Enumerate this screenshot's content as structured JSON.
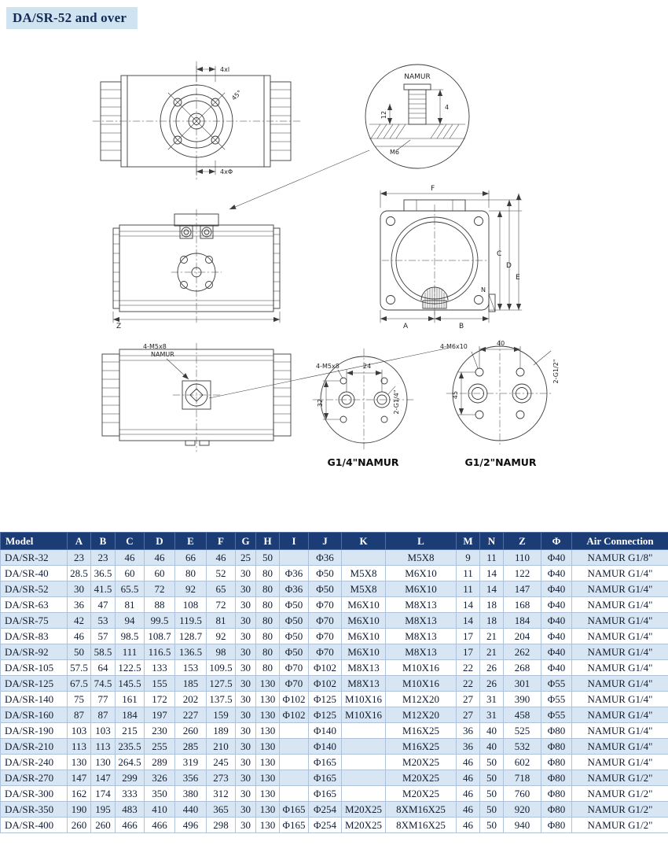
{
  "page": {
    "title": "DA/SR-52 and over"
  },
  "drawings": {
    "top_view": {
      "dim_top": "4xl",
      "dim_angle": "45°",
      "dim_bottom": "4xΦ"
    },
    "detail": {
      "title": "NAMUR",
      "dim_washer": "4",
      "dim_plate": "12",
      "thread": "M6"
    },
    "front_view": {
      "dim_z": "Z"
    },
    "side_view": {
      "dim_f": "F",
      "dim_c": "C",
      "dim_d": "D",
      "dim_e": "E",
      "dim_a": "A",
      "dim_b": "B",
      "dim_n": "N"
    },
    "bottom_view": {
      "note_line1": "4-M5x8",
      "note_line2": "NAMUR"
    },
    "g14_pattern": {
      "bolt_note": "4-M5x8",
      "dim_span": "24",
      "dim_height": "32",
      "port_note": "2-G1/4\"",
      "caption": "G1/4\"NAMUR"
    },
    "g12_pattern": {
      "bolt_note": "4-M6x10",
      "dim_span": "40",
      "dim_height": "45",
      "port_note": "2-G1/2\"",
      "caption": "G1/2\"NAMUR"
    }
  },
  "table": {
    "headers": [
      "Model",
      "A",
      "B",
      "C",
      "D",
      "E",
      "F",
      "G",
      "H",
      "I",
      "J",
      "K",
      "L",
      "M",
      "N",
      "Z",
      "Φ",
      "Air Connection"
    ],
    "rows": [
      [
        "DA/SR-32",
        "23",
        "23",
        "46",
        "46",
        "66",
        "46",
        "25",
        "50",
        "",
        "Φ36",
        "",
        "M5X8",
        "9",
        "11",
        "110",
        "Φ40",
        "NAMUR G1/8\""
      ],
      [
        "DA/SR-40",
        "28.5",
        "36.5",
        "60",
        "60",
        "80",
        "52",
        "30",
        "80",
        "Φ36",
        "Φ50",
        "M5X8",
        "M6X10",
        "11",
        "14",
        "122",
        "Φ40",
        "NAMUR G1/4\""
      ],
      [
        "DA/SR-52",
        "30",
        "41.5",
        "65.5",
        "72",
        "92",
        "65",
        "30",
        "80",
        "Φ36",
        "Φ50",
        "M5X8",
        "M6X10",
        "11",
        "14",
        "147",
        "Φ40",
        "NAMUR G1/4\""
      ],
      [
        "DA/SR-63",
        "36",
        "47",
        "81",
        "88",
        "108",
        "72",
        "30",
        "80",
        "Φ50",
        "Φ70",
        "M6X10",
        "M8X13",
        "14",
        "18",
        "168",
        "Φ40",
        "NAMUR G1/4\""
      ],
      [
        "DA/SR-75",
        "42",
        "53",
        "94",
        "99.5",
        "119.5",
        "81",
        "30",
        "80",
        "Φ50",
        "Φ70",
        "M6X10",
        "M8X13",
        "14",
        "18",
        "184",
        "Φ40",
        "NAMUR G1/4\""
      ],
      [
        "DA/SR-83",
        "46",
        "57",
        "98.5",
        "108.7",
        "128.7",
        "92",
        "30",
        "80",
        "Φ50",
        "Φ70",
        "M6X10",
        "M8X13",
        "17",
        "21",
        "204",
        "Φ40",
        "NAMUR G1/4\""
      ],
      [
        "DA/SR-92",
        "50",
        "58.5",
        "111",
        "116.5",
        "136.5",
        "98",
        "30",
        "80",
        "Φ50",
        "Φ70",
        "M6X10",
        "M8X13",
        "17",
        "21",
        "262",
        "Φ40",
        "NAMUR G1/4\""
      ],
      [
        "DA/SR-105",
        "57.5",
        "64",
        "122.5",
        "133",
        "153",
        "109.5",
        "30",
        "80",
        "Φ70",
        "Φ102",
        "M8X13",
        "M10X16",
        "22",
        "26",
        "268",
        "Φ40",
        "NAMUR G1/4\""
      ],
      [
        "DA/SR-125",
        "67.5",
        "74.5",
        "145.5",
        "155",
        "185",
        "127.5",
        "30",
        "130",
        "Φ70",
        "Φ102",
        "M8X13",
        "M10X16",
        "22",
        "26",
        "301",
        "Φ55",
        "NAMUR G1/4\""
      ],
      [
        "DA/SR-140",
        "75",
        "77",
        "161",
        "172",
        "202",
        "137.5",
        "30",
        "130",
        "Φ102",
        "Φ125",
        "M10X16",
        "M12X20",
        "27",
        "31",
        "390",
        "Φ55",
        "NAMUR G1/4\""
      ],
      [
        "DA/SR-160",
        "87",
        "87",
        "184",
        "197",
        "227",
        "159",
        "30",
        "130",
        "Φ102",
        "Φ125",
        "M10X16",
        "M12X20",
        "27",
        "31",
        "458",
        "Φ55",
        "NAMUR G1/4\""
      ],
      [
        "DA/SR-190",
        "103",
        "103",
        "215",
        "230",
        "260",
        "189",
        "30",
        "130",
        "",
        "Φ140",
        "",
        "M16X25",
        "36",
        "40",
        "525",
        "Φ80",
        "NAMUR G1/4\""
      ],
      [
        "DA/SR-210",
        "113",
        "113",
        "235.5",
        "255",
        "285",
        "210",
        "30",
        "130",
        "",
        "Φ140",
        "",
        "M16X25",
        "36",
        "40",
        "532",
        "Φ80",
        "NAMUR G1/4\""
      ],
      [
        "DA/SR-240",
        "130",
        "130",
        "264.5",
        "289",
        "319",
        "245",
        "30",
        "130",
        "",
        "Φ165",
        "",
        "M20X25",
        "46",
        "50",
        "602",
        "Φ80",
        "NAMUR G1/4\""
      ],
      [
        "DA/SR-270",
        "147",
        "147",
        "299",
        "326",
        "356",
        "273",
        "30",
        "130",
        "",
        "Φ165",
        "",
        "M20X25",
        "46",
        "50",
        "718",
        "Φ80",
        "NAMUR G1/2\""
      ],
      [
        "DA/SR-300",
        "162",
        "174",
        "333",
        "350",
        "380",
        "312",
        "30",
        "130",
        "",
        "Φ165",
        "",
        "M20X25",
        "46",
        "50",
        "760",
        "Φ80",
        "NAMUR G1/2\""
      ],
      [
        "DA/SR-350",
        "190",
        "195",
        "483",
        "410",
        "440",
        "365",
        "30",
        "130",
        "Φ165",
        "Φ254",
        "M20X25",
        "8XM16X25",
        "46",
        "50",
        "920",
        "Φ80",
        "NAMUR G1/2\""
      ],
      [
        "DA/SR-400",
        "260",
        "260",
        "466",
        "466",
        "496",
        "298",
        "30",
        "130",
        "Φ165",
        "Φ254",
        "M20X25",
        "8XM16X25",
        "46",
        "50",
        "940",
        "Φ80",
        "NAMUR G1/2\""
      ]
    ]
  }
}
